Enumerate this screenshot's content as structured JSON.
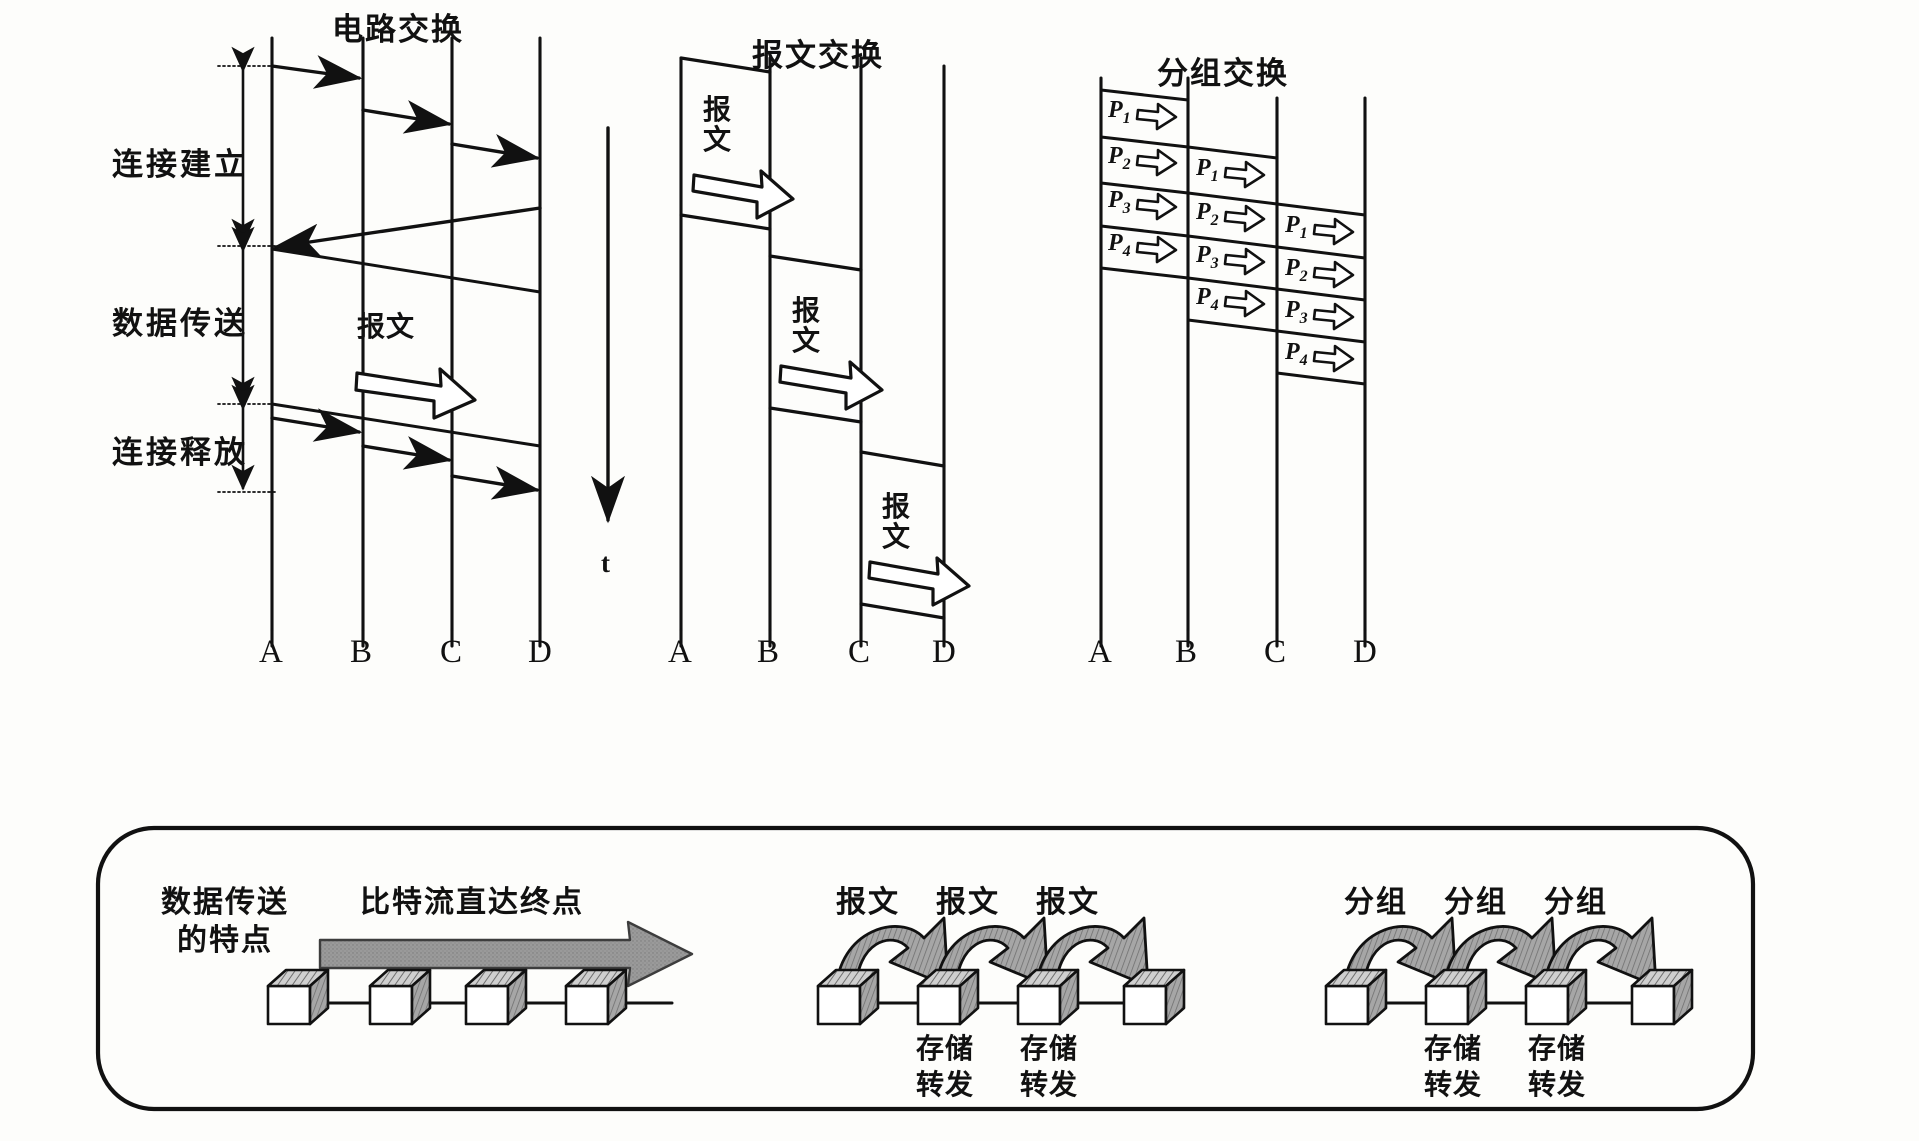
{
  "figure": {
    "kind": "switching-comparison-diagram",
    "sections": [
      {
        "id": "circuit",
        "title": "电路交换"
      },
      {
        "id": "message",
        "title": "报文交换"
      },
      {
        "id": "packet",
        "title": "分组交换"
      }
    ],
    "time_axis_label": "t",
    "phases": [
      {
        "label": "连接建立"
      },
      {
        "label": "数据传送"
      },
      {
        "label": "连接释放"
      }
    ],
    "node_letters": [
      "A",
      "B",
      "C",
      "D"
    ],
    "circuit": {
      "nodes": [
        "A",
        "B",
        "C",
        "D"
      ],
      "message_label": "报文"
    },
    "message": {
      "nodes": [
        "A",
        "B",
        "C",
        "D"
      ],
      "hops": [
        {
          "from": "A",
          "to": "B",
          "label": "报文"
        },
        {
          "from": "B",
          "to": "C",
          "label": "报文"
        },
        {
          "from": "C",
          "to": "D",
          "label": "报文"
        }
      ]
    },
    "packet": {
      "nodes": [
        "A",
        "B",
        "C",
        "D"
      ],
      "columns": [
        {
          "node": "A",
          "packets": [
            "P1",
            "P2",
            "P3",
            "P4"
          ]
        },
        {
          "node": "B",
          "packets": [
            "P1",
            "P2",
            "P3",
            "P4"
          ]
        },
        {
          "node": "C",
          "packets": [
            "P1",
            "P2",
            "P3",
            "P4"
          ]
        },
        {
          "node": "D",
          "packets": []
        }
      ],
      "packet_labels": [
        {
          "name": "P",
          "index": "1"
        },
        {
          "name": "P",
          "index": "2"
        },
        {
          "name": "P",
          "index": "3"
        },
        {
          "name": "P",
          "index": "4"
        }
      ]
    },
    "summary_box": {
      "row_label": "数据传送\n的特点",
      "row_label_line1": "数据传送",
      "row_label_line2": "的特点",
      "panels": [
        {
          "id": "circuit",
          "caption": "比特流直达终点",
          "captions": [
            "比特流直达终点"
          ],
          "arrow_style": "single-long-gray",
          "nodes": 4,
          "store_forward": []
        },
        {
          "id": "message",
          "captions": [
            "报文",
            "报文",
            "报文"
          ],
          "arrow_style": "three-hops",
          "nodes": 4,
          "store_forward": [
            {
              "line1": "存储",
              "line2": "转发"
            },
            {
              "line1": "存储",
              "line2": "转发"
            }
          ]
        },
        {
          "id": "packet",
          "captions": [
            "分组",
            "分组",
            "分组"
          ],
          "arrow_style": "three-hops",
          "nodes": 4,
          "store_forward": [
            {
              "line1": "存储",
              "line2": "转发"
            },
            {
              "line1": "存储",
              "line2": "转发"
            }
          ]
        }
      ]
    },
    "colors": {
      "ink": "#111111",
      "paper": "#fdfdfb",
      "gray_fill": "#9a9a9a",
      "hatch": "#7d7d7d"
    }
  }
}
